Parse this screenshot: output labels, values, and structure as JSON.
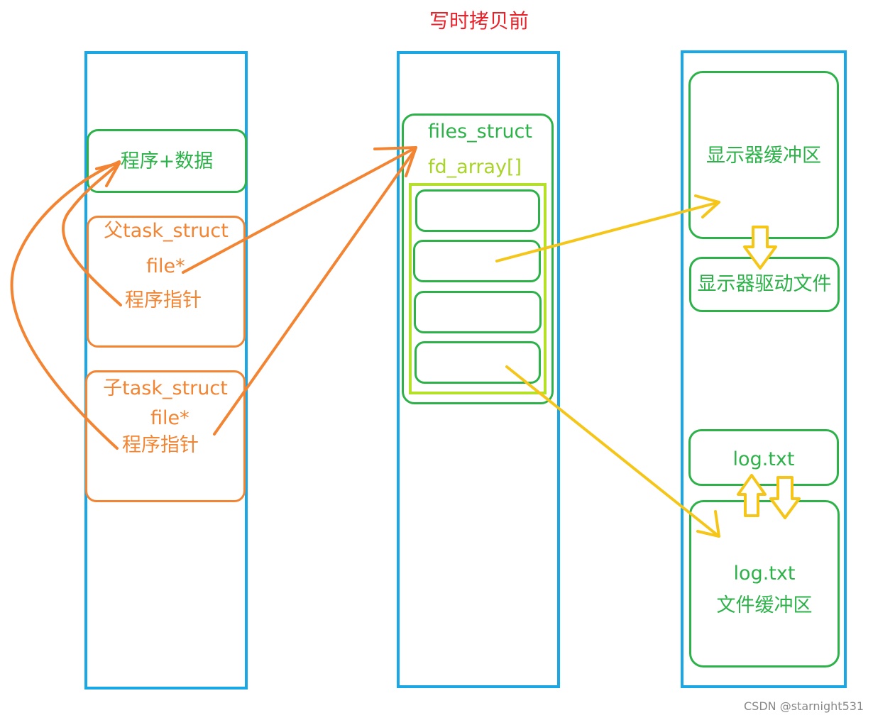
{
  "title": "写时拷贝前",
  "left": {
    "data_box": "程序+数据",
    "parent": {
      "title": "父task_struct",
      "file": "file*",
      "pointer": "程序指针"
    },
    "child": {
      "title": "子task_struct",
      "file": "file*",
      "pointer": "程序指针"
    }
  },
  "middle": {
    "files_struct": "files_struct",
    "fd_array": "fd_array[]"
  },
  "right": {
    "display_buffer": "显示器缓冲区",
    "display_driver": "显示器驱动文件",
    "log_file": "log.txt",
    "log_buffer_name": "log.txt",
    "log_buffer_label": "文件缓冲区"
  },
  "watermark": "CSDN @starnight531",
  "colors": {
    "column_border": "#1aa7e6",
    "green": "#2db24a",
    "orange": "#f28432",
    "lime": "#b5e02a",
    "yellow": "#f5c518",
    "red": "#e8222a"
  }
}
